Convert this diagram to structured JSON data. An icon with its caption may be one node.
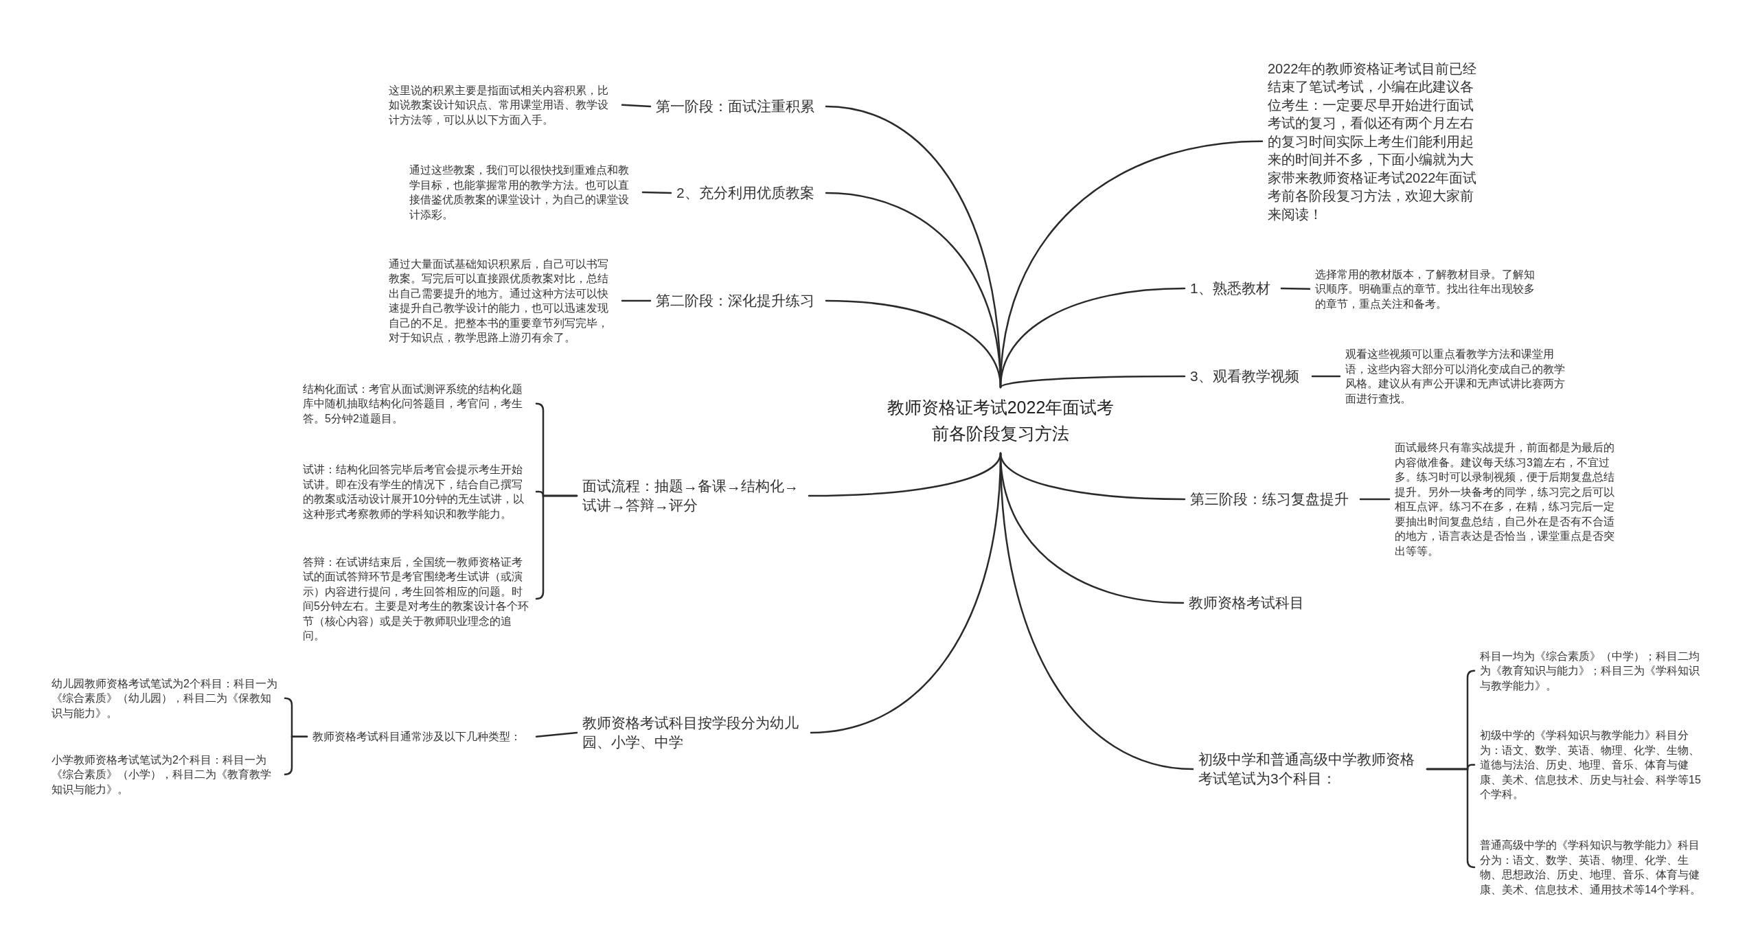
{
  "diagram": {
    "nodes": [
      {
        "text": [
          "教师资格证考试2022年面试考前各阶段复习方法"
        ]
      },
      {
        "text": [
          "2022年的教师资格证考试目前已经结束了笔试考试，小编在此建议各位考生：一定要尽早开始进行面试考试的复习，看似还有两个月左右的复习时间实际上考生们能利用起来的时间并不多，下面小编就为大家带来教师资格证考试2022年面试考前各阶段复习方法，欢迎大家前来阅读！"
        ]
      },
      {
        "text": [
          "1、熟悉教材"
        ]
      },
      {
        "text": [
          "选择常用的教材版本，了解教材目录。了解知识顺序。明确重点的章节。找出往年出现较多的章节，重点关注和备考。"
        ]
      },
      {
        "text": [
          "3、观看教学视频"
        ]
      },
      {
        "text": [
          "观看这些视频可以重点看教学方法和课堂用语，这些内容大部分可以消化变成自己的教学风格。建议从有声公开课和无声试讲比赛两方面进行查找。"
        ]
      },
      {
        "text": [
          "第三阶段：练习复盘提升"
        ]
      },
      {
        "text": [
          "面试最终只有靠实战提升，前面都是为最后的内容做准备。建议每天练习3篇左右，不宜过多。练习时可以录制视频，便于后期复盘总结提升。另外一块备考的同学，练习完之后可以相互点评。练习不在多，在精，练习完后一定要抽出时间复盘总结，自己外在是否有不合适的地方，语言表达是否恰当，课堂重点是否突出等等。"
        ]
      },
      {
        "text": [
          "教师资格考试科目"
        ]
      },
      {
        "text": [
          "初级中学和普通高级中学教师资格考试笔试为3个科目："
        ]
      },
      {
        "text": [
          "科目一均为《综合素质》（中学）；科目二均为《教育知识与能力》；科目三为《学科知识与教学能力》。"
        ]
      },
      {
        "text": [
          "初级中学的《学科知识与教学能力》科目分为：语文、数学、英语、物理、化学、生物、道德与法治、历史、地理、音乐、体育与健康、美术、信息技术、历史与社会、科学等15个学科。"
        ]
      },
      {
        "text": [
          "普通高级中学的《学科知识与教学能力》科目分为：语文、数学、英语、物理、化学、生物、思想政治、历史、地理、音乐、体育与健康、美术、信息技术、通用技术等14个学科。"
        ]
      },
      {
        "text": [
          "第一阶段：面试注重积累"
        ]
      },
      {
        "text": [
          "这里说的积累主要是指面试相关内容积累，比如说教案设计知识点、常用课堂用语、教学设计方法等，可以从以下方面入手。"
        ]
      },
      {
        "text": [
          "2、充分利用优质教案"
        ]
      },
      {
        "text": [
          "通过这些教案，我们可以很快找到重难点和教学目标，也能掌握常用的教学方法。也可以直接借鉴优质教案的课堂设计，为自己的课堂设计添彩。"
        ]
      },
      {
        "text": [
          "第二阶段：深化提升练习"
        ]
      },
      {
        "text": [
          "通过大量面试基础知识积累后，自己可以书写教案。写完后可以直接跟优质教案对比，总结出自己需要提升的地方。通过这种方法可以快速提升自己教学设计的能力，也可以迅速发现自己的不足。把整本书的重要章节列写完毕，对于知识点，教学思路上游刃有余了。"
        ]
      },
      {
        "text": [
          "面试流程：抽题→备课→结构化→试讲→答辩→评分"
        ]
      },
      {
        "text": [
          "结构化面试：考官从面试测评系统的结构化题库中随机抽取结构化问答题目，考官问，考生答。5分钟2道题目。"
        ]
      },
      {
        "text": [
          "试讲：结构化回答完毕后考官会提示考生开始试讲。即在没有学生的情况下，结合自己撰写的教案或活动设计展开10分钟的无生试讲，以这种形式考察教师的学科知识和教学能力。"
        ]
      },
      {
        "text": [
          "答辩：在试讲结束后，全国统一教师资格证考试的面试答辩环节是考官围绕考生试讲（或演示）内容进行提问，考生回答相应的问题。时间5分钟左右。主要是对考生的教案设计各个环节（核心内容）或是关于教师职业理念的追问。"
        ]
      },
      {
        "text": [
          "教师资格考试科目按学段分为幼儿园、小学、中学"
        ]
      },
      {
        "text": [
          "教师资格考试科目通常涉及以下几种类型："
        ]
      },
      {
        "text": [
          "幼儿园教师资格考试笔试为2个科目：科目一为《综合素质》（幼儿园），科目二为《保教知识与能力》。"
        ]
      },
      {
        "text": [
          "小学教师资格考试笔试为2个科目：科目一为《综合素质》（小学），科目二为《教育教学知识与能力》。"
        ]
      }
    ],
    "edges": [
      {
        "from": 0,
        "to": 1,
        "arrow": "none"
      },
      {
        "from": 0,
        "to": 2,
        "arrow": "none"
      },
      {
        "from": 2,
        "to": 3,
        "arrow": "none"
      },
      {
        "from": 0,
        "to": 4,
        "arrow": "none"
      },
      {
        "from": 4,
        "to": 5,
        "arrow": "none"
      },
      {
        "from": 0,
        "to": 6,
        "arrow": "none"
      },
      {
        "from": 6,
        "to": 7,
        "arrow": "none"
      },
      {
        "from": 0,
        "to": 8,
        "arrow": "none"
      },
      {
        "from": 0,
        "to": 9,
        "arrow": "none"
      },
      {
        "from": 9,
        "to": 10,
        "arrow": "none"
      },
      {
        "from": 9,
        "to": 11,
        "arrow": "none"
      },
      {
        "from": 9,
        "to": 12,
        "arrow": "none"
      },
      {
        "from": 0,
        "to": 13,
        "arrow": "none"
      },
      {
        "from": 13,
        "to": 14,
        "arrow": "none"
      },
      {
        "from": 0,
        "to": 15,
        "arrow": "none"
      },
      {
        "from": 15,
        "to": 16,
        "arrow": "none"
      },
      {
        "from": 0,
        "to": 17,
        "arrow": "none"
      },
      {
        "from": 17,
        "to": 18,
        "arrow": "none"
      },
      {
        "from": 0,
        "to": 19,
        "arrow": "none"
      },
      {
        "from": 19,
        "to": 20,
        "arrow": "none"
      },
      {
        "from": 19,
        "to": 21,
        "arrow": "none"
      },
      {
        "from": 19,
        "to": 22,
        "arrow": "none"
      },
      {
        "from": 0,
        "to": 23,
        "arrow": "none"
      },
      {
        "from": 23,
        "to": 24,
        "arrow": "none"
      },
      {
        "from": 24,
        "to": 25,
        "arrow": "none"
      },
      {
        "from": 24,
        "to": 26,
        "arrow": "none"
      }
    ]
  }
}
